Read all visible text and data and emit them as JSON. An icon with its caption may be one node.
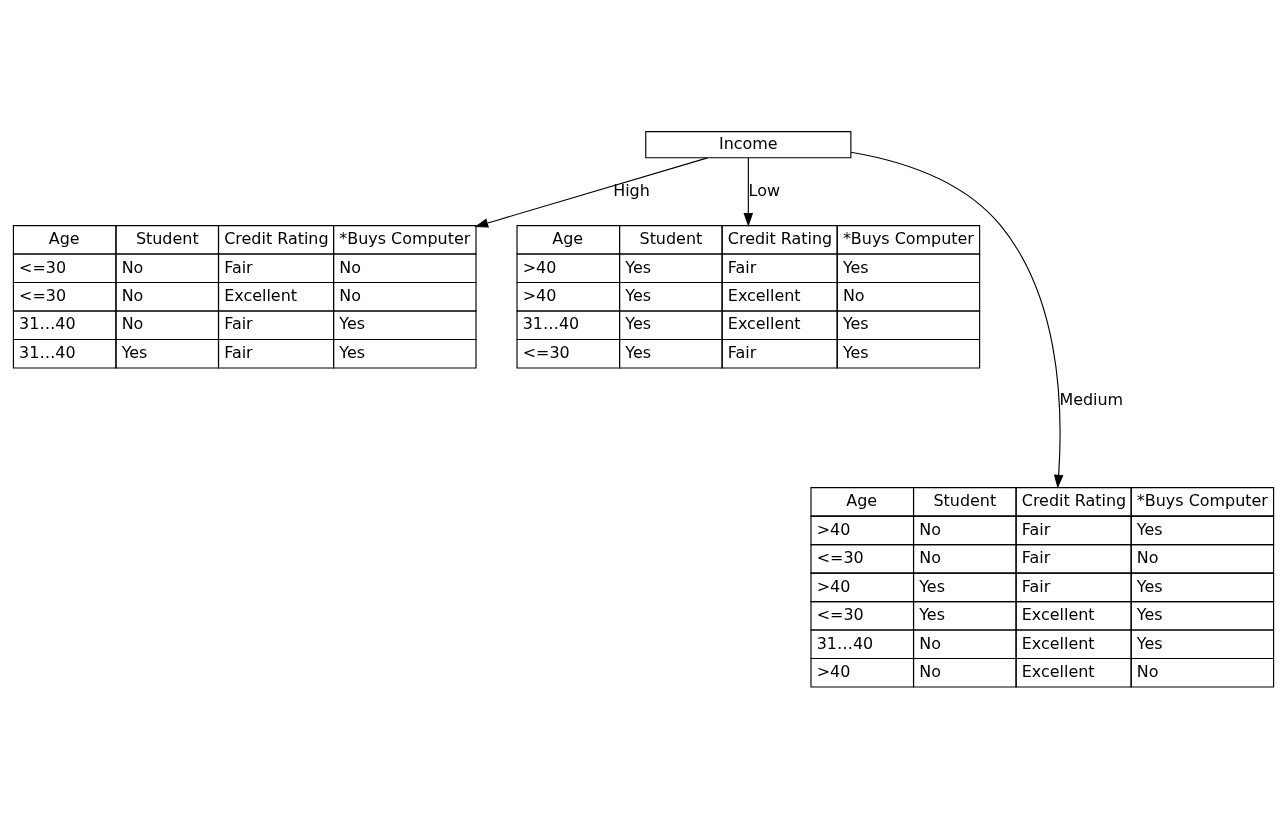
{
  "diagram": {
    "nodes": [
      {
        "text": [
          "Income"
        ]
      },
      {
        "text": [
          "Age",
          "Student",
          "Credit Rating",
          "*Buys Computer",
          "<=30",
          "No",
          "Fair",
          "No",
          "<=30",
          "No",
          "Excellent",
          "No",
          "31…40",
          "No",
          "Fair",
          "Yes",
          "31…40",
          "Yes",
          "Fair",
          "Yes"
        ]
      },
      {
        "text": [
          "Age",
          "Student",
          "Credit Rating",
          "*Buys Computer",
          ">40",
          "Yes",
          "Fair",
          "Yes",
          ">40",
          "Yes",
          "Excellent",
          "No",
          "31…40",
          "Yes",
          "Excellent",
          "Yes",
          "<=30",
          "Yes",
          "Fair",
          "Yes"
        ]
      },
      {
        "text": [
          "Age",
          "Student",
          "Credit Rating",
          "*Buys Computer",
          ">40",
          "No",
          "Fair",
          "Yes",
          "<=30",
          "No",
          "Fair",
          "No",
          ">40",
          "Yes",
          "Fair",
          "Yes",
          "<=30",
          "Yes",
          "Excellent",
          "Yes",
          "31…40",
          "No",
          "Excellent",
          "Yes",
          ">40",
          "No",
          "Excellent",
          "No"
        ]
      }
    ],
    "edges": [
      {
        "from": 0,
        "to": 1,
        "arrow": "to",
        "label": "High"
      },
      {
        "from": 0,
        "to": 3,
        "arrow": "to",
        "label": "Medium"
      },
      {
        "from": 0,
        "to": 2,
        "arrow": "to",
        "label": "Low"
      }
    ]
  }
}
